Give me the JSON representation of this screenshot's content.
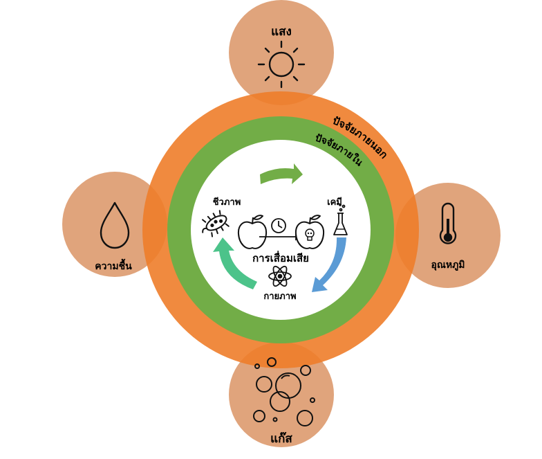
{
  "satellites": {
    "light": "แสง",
    "temperature": "อุณหภูมิ",
    "gas": "แก๊ส",
    "humidity": "ความชื้น"
  },
  "rings": {
    "outer": "ปัจจัยภายนอก",
    "inner": "ปัจจัยภายใน"
  },
  "center": {
    "biological": "ชีวภาพ",
    "chemical": "เคมี",
    "physical": "กายภาพ",
    "title": "การเสื่อมเสีย"
  },
  "colors": {
    "satellite": "#e0a47c",
    "outer_ring": "#ee7d2a",
    "inner_ring": "#72ad47",
    "arrow_green": "#72ad47",
    "arrow_teal": "#4cc38a",
    "arrow_blue": "#5b9bd5"
  }
}
